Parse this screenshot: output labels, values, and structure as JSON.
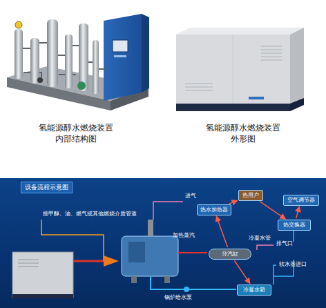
{
  "diagram": {
    "title": "设备流程示意图",
    "nodes": [
      {
        "text": [
          "热水加热器"
        ]
      },
      {
        "text": [
          "热用户"
        ]
      },
      {
        "text": [
          "空气调节器"
        ]
      },
      {
        "text": [
          "热交换器"
        ]
      },
      {
        "text": [
          "分汽缸"
        ]
      },
      {
        "text": [
          "冷凝水箱"
        ]
      }
    ],
    "edges": [
      {
        "from": 4,
        "to": 0,
        "arrow": "to"
      },
      {
        "from": 0,
        "to": 1,
        "arrow": "to"
      },
      {
        "from": 1,
        "to": 3,
        "arrow": "to"
      },
      {
        "from": 3,
        "to": 2,
        "arrow": "to"
      },
      {
        "from": 4,
        "to": 5,
        "arrow": "to"
      }
    ],
    "labels": [
      "氢能源醇水燃烧装置 内部结构图",
      "氢能源醇水燃烧装置 外形图",
      "接甲醇、油、燃气或其他燃烧介质管道",
      "进气",
      "加热蒸汽",
      "冷凝水管",
      "排气口",
      "软水器进口",
      "锅炉给水泵"
    ]
  }
}
